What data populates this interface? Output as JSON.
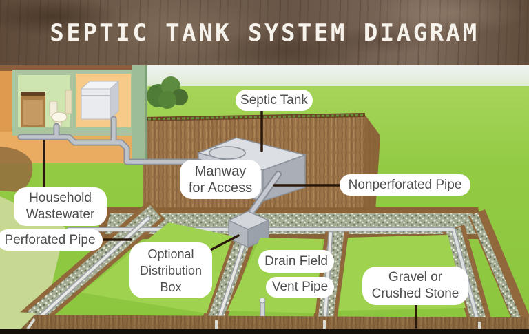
{
  "header": {
    "title": "SEPTIC TANK SYSTEM DIAGRAM"
  },
  "labels": {
    "septic_tank": {
      "text": "Septic Tank"
    },
    "manway": {
      "lines": [
        "Manway",
        "for Access"
      ]
    },
    "nonperforated": {
      "text": "Nonperforated Pipe"
    },
    "household": {
      "lines": [
        "Household",
        "Wastewater"
      ]
    },
    "perforated": {
      "text": "Perforated Pipe"
    },
    "optional_box": {
      "lines": [
        "Optional",
        "Distribution",
        "Box"
      ]
    },
    "drain_field": {
      "text": "Drain Field"
    },
    "vent_pipe": {
      "text": "Vent Pipe"
    },
    "gravel": {
      "lines": [
        "Gravel or",
        "Crushed Stone"
      ]
    }
  },
  "palette": {
    "header_wood_brown": "#6d5847",
    "title_text": "#f6f2ec",
    "grass_green": "#8cc63e",
    "bright_grass": "#9ed24f",
    "pale_grass": "#c6d892",
    "soil_brown": "#9b7348",
    "gravel_gray_green": "#a3ab92",
    "pipe_gray": "#c6cad0",
    "tank_gray": "#d9dce0",
    "label_bg": "#ffffff",
    "label_text": "#4d4d4d",
    "connector_dark": "#2a180a",
    "footer_dark": "#140f09"
  }
}
